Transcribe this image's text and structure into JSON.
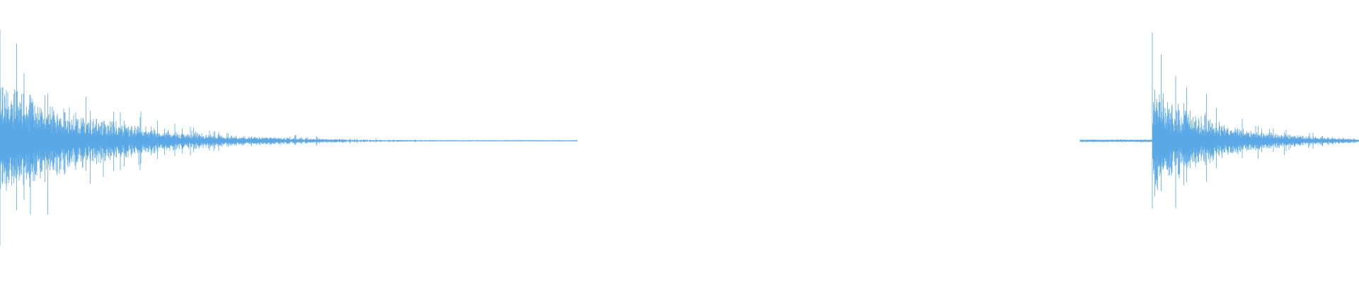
{
  "waveform": {
    "color": "#5aa9e6",
    "background": "#ffffff",
    "segments": [
      {
        "name": "left-burst",
        "start": 0.0,
        "end": 0.425,
        "peak": 0.92,
        "decay": 6.0
      },
      {
        "name": "right-burst",
        "start": 0.795,
        "end": 1.0,
        "peak": 0.82,
        "decay": 3.2,
        "onset": 0.848
      }
    ]
  }
}
